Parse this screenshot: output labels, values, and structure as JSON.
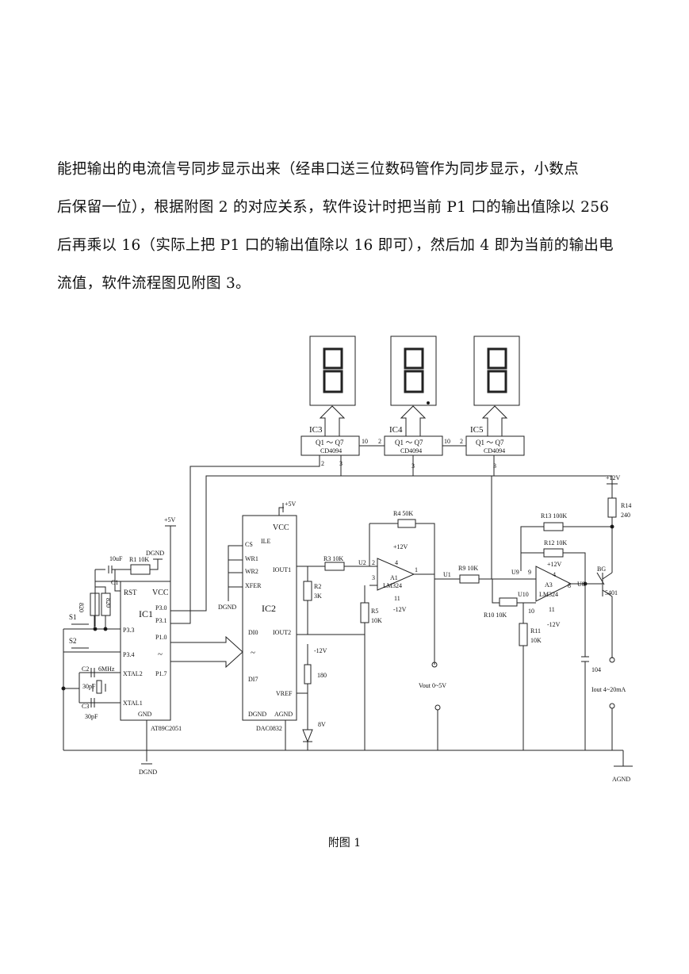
{
  "paragraph": [
    "能把输出的电流信号同步显示出来（经串口送三位数码管作为同步显示，小数点",
    "后保留一位），根据附图 2 的对应关系，软件设计时把当前 P1 口的输出值除以 256",
    "后再乘以 16（实际上把 P1 口的输出值除以 16 即可），然后加 4 即为当前的输出电",
    "流值，软件流程图见附图 3。"
  ],
  "caption": "附图 1",
  "labels": {
    "ic3": "IC3",
    "ic4": "IC4",
    "ic5": "IC5",
    "q1q7": "Q1  ～  Q7",
    "cd4094": "CD4094",
    "n2": "2",
    "n3": "3",
    "n10": "10",
    "ic1": "IC1",
    "rst": "RST",
    "vcc": "VCC",
    "p30": "P3.0",
    "p31": "P3.1",
    "p33": "P3.3",
    "p34": "P3.4",
    "p10": "P1.0",
    "p17": "P1.7",
    "tilde": "~",
    "xtal2": "XTAL2",
    "xtal1": "XTAL1",
    "gnd": "GND",
    "at89": "AT89C2051",
    "plus5v": "+5V",
    "dgnd": "DGND",
    "c1val": "10uF",
    "c1": "C1",
    "r1": "R1 10K",
    "r820a": "820",
    "r820b": "820",
    "s1": "S1",
    "s2": "S2",
    "c2": "C2",
    "c2val": "6MHz",
    "c30a": "30pF",
    "c3": "C3",
    "c30b": "30pF",
    "ic2": "IC2",
    "cs": "CS",
    "ile": "ILE",
    "wr1": "WR1",
    "wr2": "WR2",
    "xfer": "XFER",
    "iout1": "IOUT1",
    "iout2": "IOUT2",
    "di0": "DI0",
    "di7": "DI7",
    "vref": "VREF",
    "agnd": "AGND",
    "dac": "DAC0832",
    "r3": "R3  10K",
    "r2": "R2",
    "r2v": "3K",
    "u2": "U2",
    "r4": "R4   50K",
    "p12a": "+12V",
    "m12a": "-12V",
    "a1": "A1",
    "lm324a": "LM324",
    "pin2": "2",
    "pin3": "3",
    "pin4": "4",
    "pin11": "11",
    "pin1": "1",
    "r5": "R5",
    "r5v": "10K",
    "u1": "U1",
    "r9": "R9  10K",
    "m12v": "-12V",
    "r180": "180",
    "z8v": "8V",
    "vout": "Vout  0~5V",
    "p12top": "+12V",
    "r14": "R14",
    "r14v": "240",
    "r13": "R13  100K",
    "r12": "R12  10K",
    "p12b": "+12V",
    "m12b": "-12V",
    "u9": "U9",
    "u10": "U10",
    "u8": "U8",
    "a3": "A3",
    "lm324b": "LM324",
    "pin9": "9",
    "pin10": "10",
    "pin8": "8",
    "r10": "R10  10K",
    "r11": "R11",
    "r11v": "10K",
    "bg": "BG",
    "t5401": "5401",
    "c104": "104",
    "iout": "Iout  4~20mA",
    "agnd2": "AGND"
  }
}
